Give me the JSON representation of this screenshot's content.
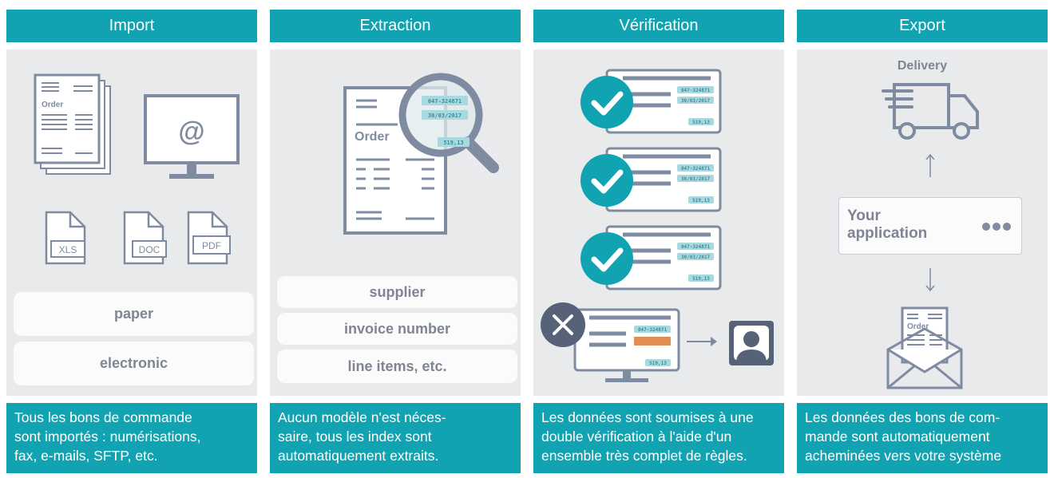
{
  "colors": {
    "teal": "#12a3b2",
    "panel": "#e9eaec",
    "icon": "#7f8ba0",
    "dark": "#556277",
    "orange": "#e28d52"
  },
  "columns": [
    {
      "title": "Import",
      "icons": {
        "doc_label": "Order",
        "monitor_symbol": "@",
        "files": [
          "XLS",
          "DOC",
          "PDF"
        ]
      },
      "pills": [
        "paper",
        "electronic"
      ],
      "footer": [
        "Tous les bons de commande",
        "sont importés : numérisations,",
        "fax, e-mails, SFTP, etc."
      ]
    },
    {
      "title": "Extraction",
      "icons": {
        "doc_label": "Order",
        "fields": [
          "047-324871",
          "30/03/2017",
          "519,13"
        ]
      },
      "pills": [
        "supplier",
        "invoice number",
        "line items, etc."
      ],
      "footer": [
        "Aucun modèle n'est néces-",
        "saire, tous les index sont",
        "automatiquement extraits."
      ]
    },
    {
      "title": "Vérification",
      "icons": {
        "fields": [
          "047-324871",
          "30/03/2017",
          "519,13"
        ]
      },
      "footer": [
        "Les données sont soumises à une",
        "double vérification à l'aide d'un",
        "ensemble très complet de règles."
      ]
    },
    {
      "title": "Export",
      "icons": {
        "truck_label": "Delivery",
        "app_label": [
          "Your",
          "application"
        ],
        "doc_label": "Order"
      },
      "footer": [
        "Les données des bons de com-",
        "mande sont automatiquement",
        "acheminées vers votre système"
      ]
    }
  ]
}
